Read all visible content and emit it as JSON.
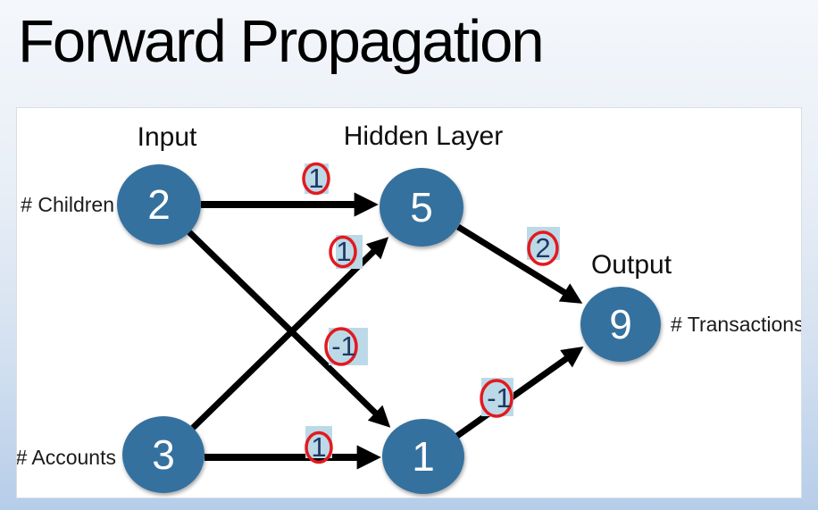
{
  "slide": {
    "title": "Forward Propagation"
  },
  "colors": {
    "node_fill": "#36719e",
    "node_text": "#ffffff",
    "edge": "#000000",
    "weight_text": "#1f3864",
    "weight_highlight": "#bcd9e8",
    "weight_ring": "#e3191e",
    "panel": "#ffffff",
    "background_top": "#f4f7fb",
    "background_bottom": "#b6cde9"
  },
  "diagram": {
    "layers": {
      "input_title": "Input",
      "hidden_title": "Hidden Layer",
      "output_title": "Output"
    },
    "nodes": {
      "input1": {
        "value": "2",
        "label": "# Children"
      },
      "input2": {
        "value": "3",
        "label": "# Accounts"
      },
      "hidden1": {
        "value": "5"
      },
      "hidden2": {
        "value": "1"
      },
      "output1": {
        "value": "9",
        "label": "# Transactions"
      }
    },
    "weights": {
      "input1_hidden1": "1",
      "input2_hidden1": "1",
      "input1_hidden2": "-1",
      "input2_hidden2": "1",
      "hidden1_output1": "2",
      "hidden2_output1": "-1"
    }
  }
}
